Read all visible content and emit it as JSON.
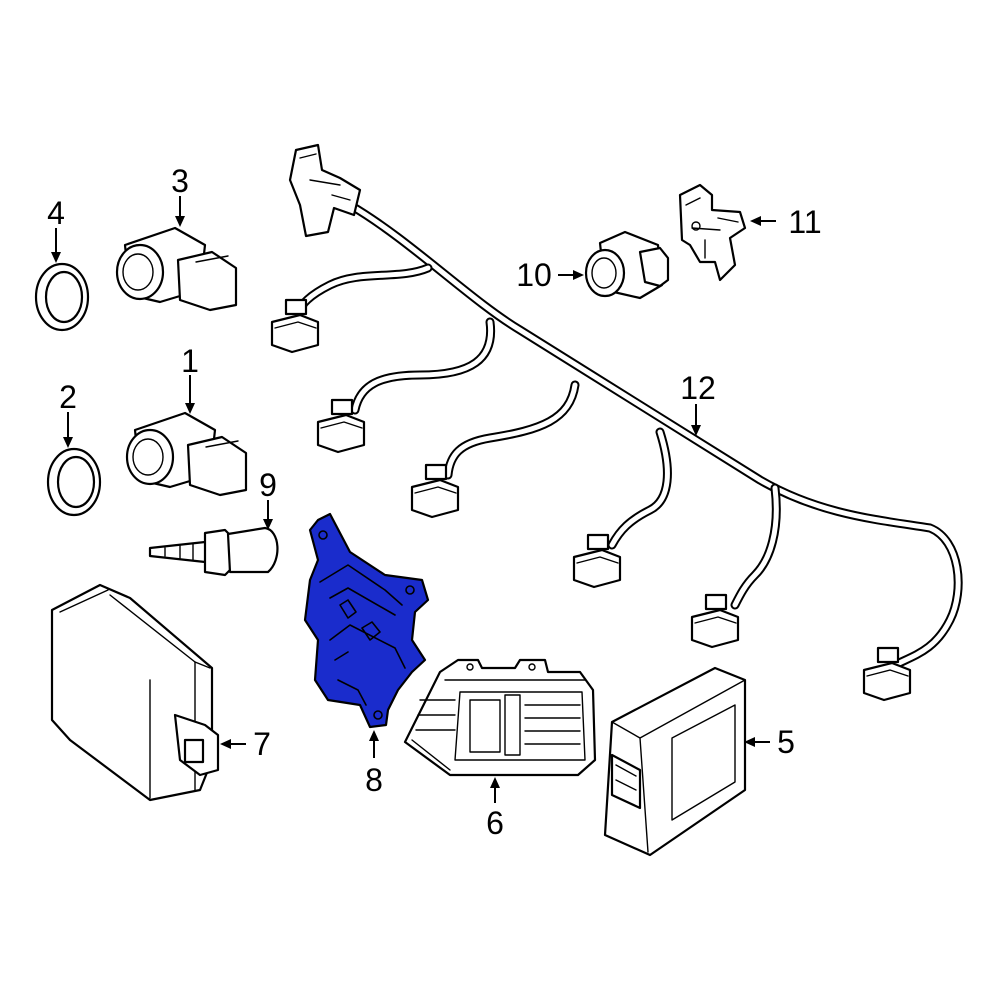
{
  "diagram": {
    "highlight_color": "#1a2ccc",
    "callouts": [
      {
        "id": "1",
        "label": "1"
      },
      {
        "id": "2",
        "label": "2"
      },
      {
        "id": "3",
        "label": "3"
      },
      {
        "id": "4",
        "label": "4"
      },
      {
        "id": "5",
        "label": "5"
      },
      {
        "id": "6",
        "label": "6"
      },
      {
        "id": "7",
        "label": "7"
      },
      {
        "id": "8",
        "label": "8"
      },
      {
        "id": "9",
        "label": "9"
      },
      {
        "id": "10",
        "label": "10"
      },
      {
        "id": "11",
        "label": "11"
      },
      {
        "id": "12",
        "label": "12"
      }
    ]
  }
}
